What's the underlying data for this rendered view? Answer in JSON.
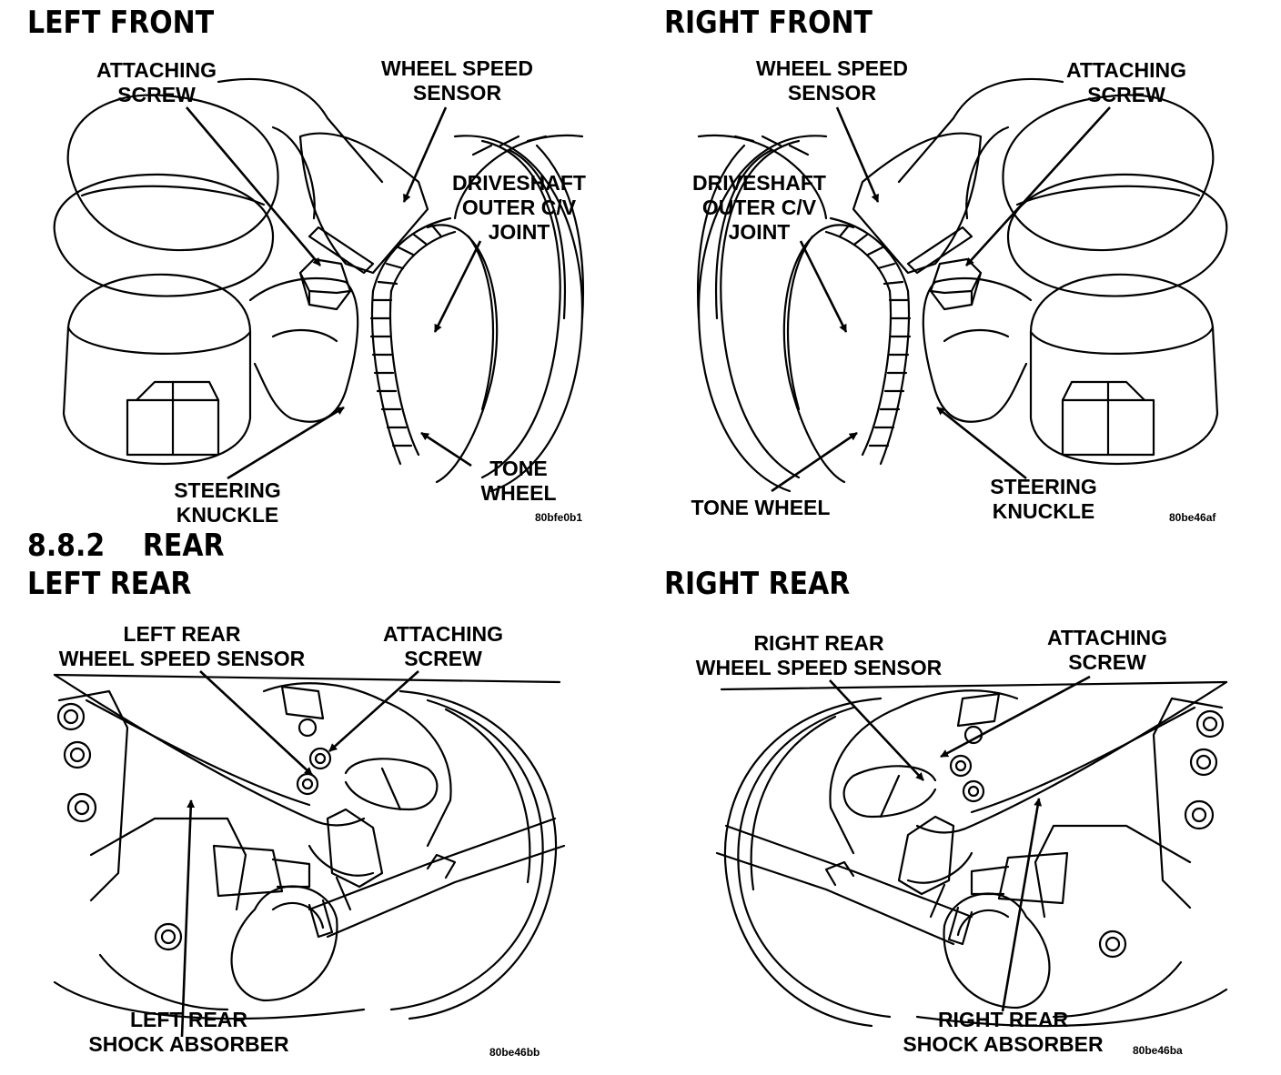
{
  "headings": {
    "left_front": "LEFT FRONT",
    "right_front": "RIGHT FRONT",
    "section": "8.8.2    REAR",
    "left_rear": "LEFT REAR",
    "right_rear": "RIGHT REAR"
  },
  "left_front": {
    "attaching_screw": "ATTACHING\nSCREW",
    "wheel_speed_sensor": "WHEEL SPEED\nSENSOR",
    "driveshaft": "DRIVESHAFT\nOUTER C/V\nJOINT",
    "tone_wheel": "TONE\nWHEEL",
    "steering_knuckle": "STEERING\nKNUCKLE",
    "figure_code": "80bfe0b1"
  },
  "right_front": {
    "wheel_speed_sensor": "WHEEL SPEED\nSENSOR",
    "attaching_screw": "ATTACHING\nSCREW",
    "driveshaft": "DRIVESHAFT\nOUTER C/V\nJOINT",
    "tone_wheel": "TONE WHEEL",
    "steering_knuckle": "STEERING\nKNUCKLE",
    "figure_code": "80be46af"
  },
  "left_rear": {
    "sensor": "LEFT REAR\nWHEEL SPEED SENSOR",
    "attaching_screw": "ATTACHING\nSCREW",
    "shock": "LEFT REAR\nSHOCK ABSORBER",
    "figure_code": "80be46bb"
  },
  "right_rear": {
    "sensor": "RIGHT REAR\nWHEEL SPEED SENSOR",
    "attaching_screw": "ATTACHING\nSCREW",
    "shock": "RIGHT REAR\nSHOCK ABSORBER",
    "figure_code": "80be46ba"
  }
}
